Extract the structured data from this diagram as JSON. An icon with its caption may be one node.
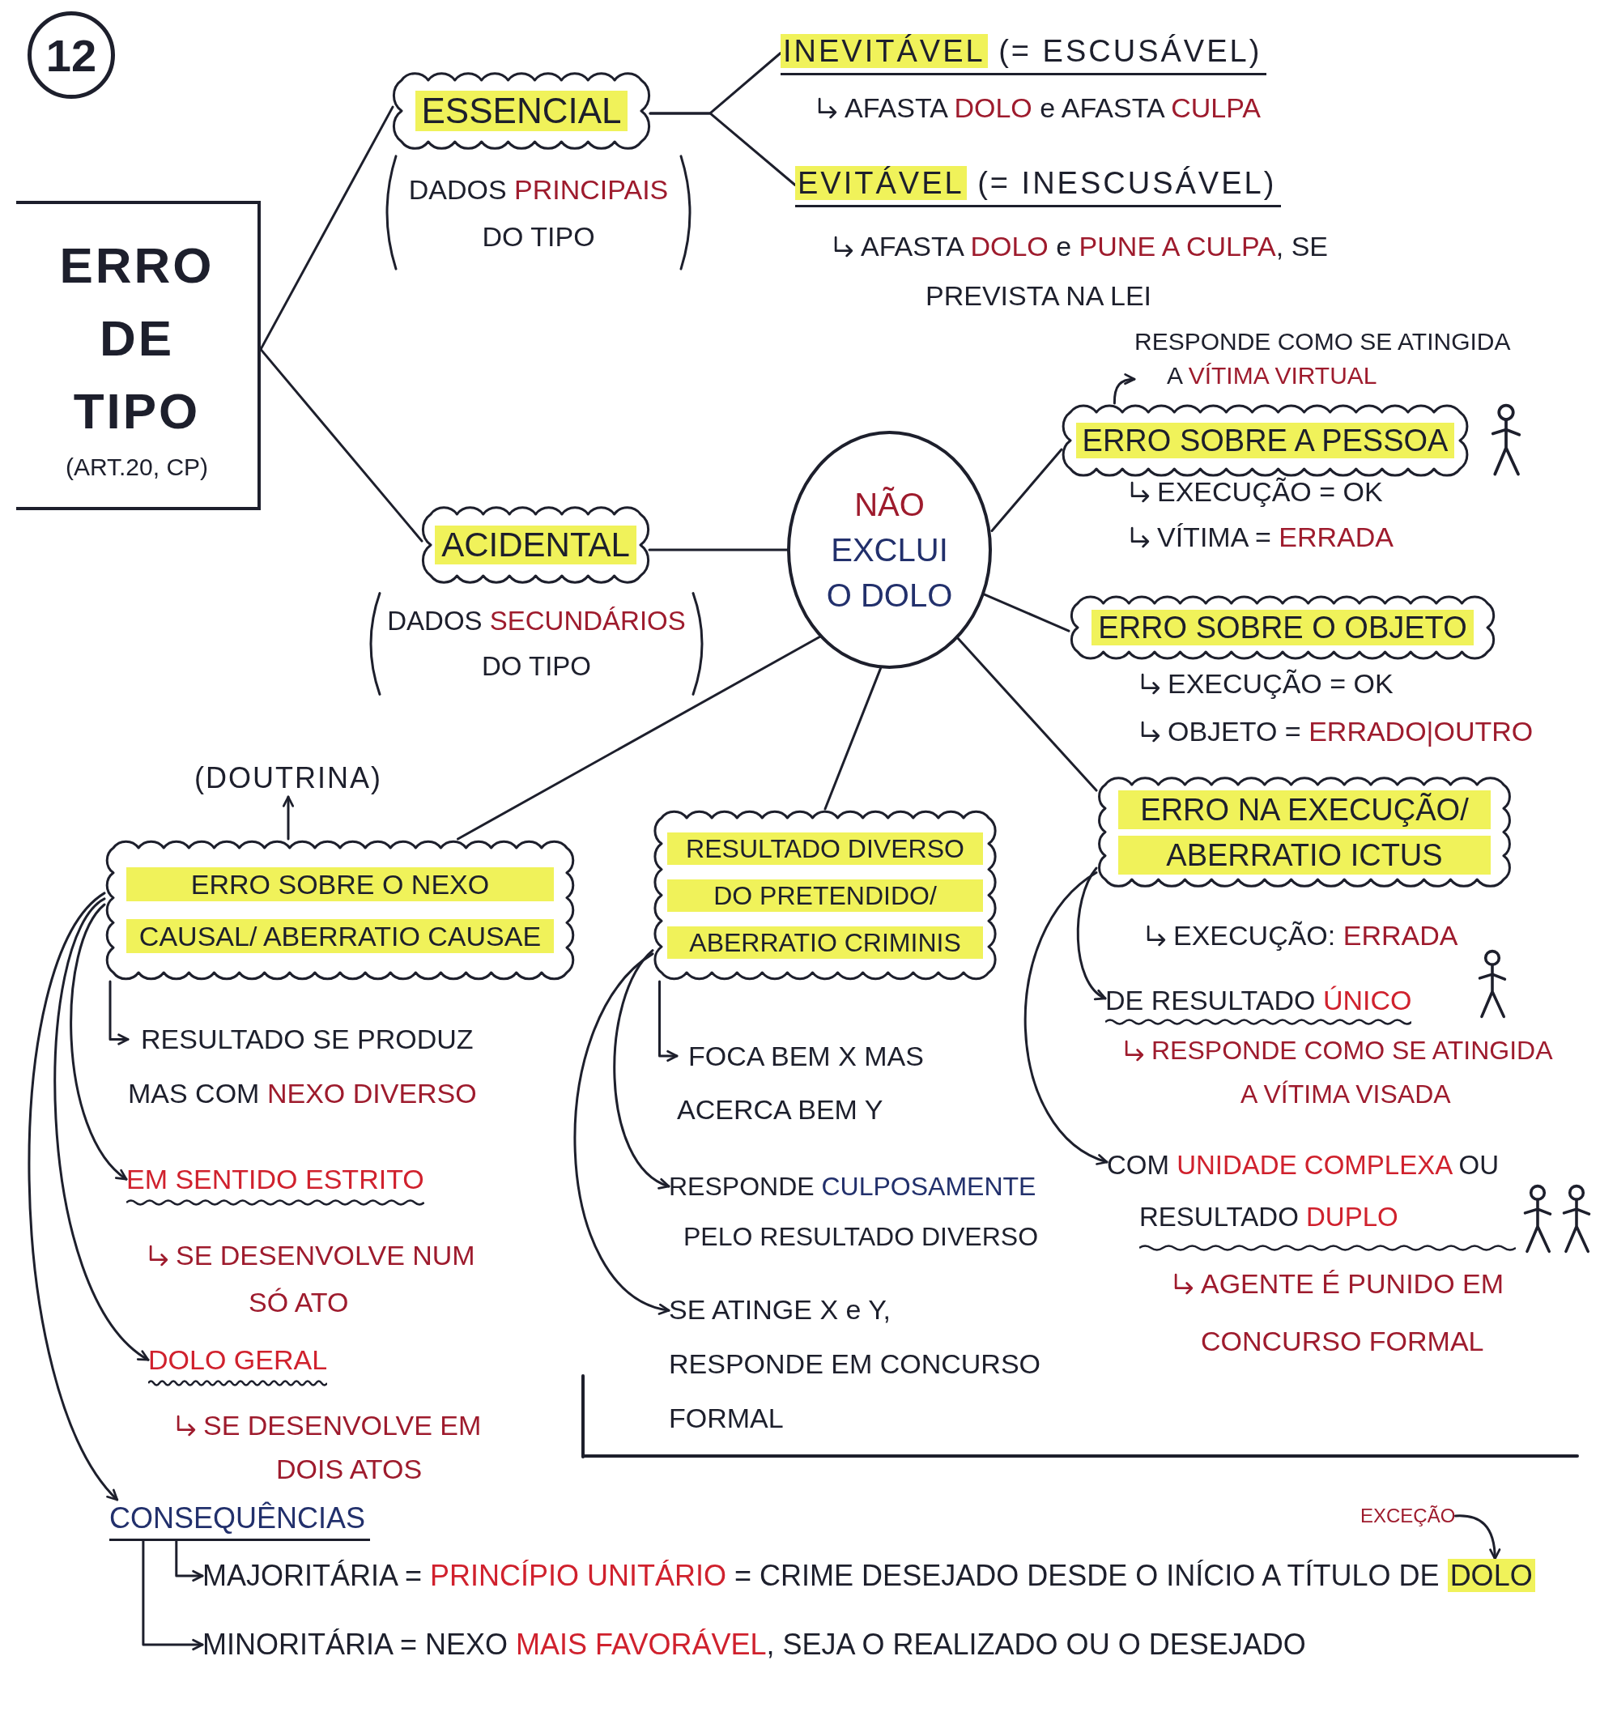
{
  "diagram": {
    "nodes": [
      {
        "text": [
          "12"
        ]
      },
      {
        "text": [
          "ERRO DE TIPO",
          "(ART.20, CP)"
        ]
      },
      {
        "text": [
          "ESSENCIAL"
        ],
        "beside": [
          "DADOS **PRINCIPAIS** DO TIPO"
        ]
      },
      {
        "text": [
          "*INEVITÁVEL* (= ESCUSÁVEL)"
        ],
        "beside": [
          "AFASTA **DOLO** e AFASTA **CULPA**"
        ]
      },
      {
        "text": [
          "*EVITÁVEL* (= INESCUSÁVEL)"
        ],
        "beside": [
          "AFASTA **DOLO** e **PUNE A CULPA**, SE PREVISTA NA LEI"
        ]
      },
      {
        "text": [
          "RESPONDE COMO SE ATINGIDA A **VÍTIMA VIRTUAL**"
        ]
      },
      {
        "text": [
          "ERRO SOBRE A PESSOA"
        ],
        "beside": [
          "EXECUÇÃO = OK",
          "VÍTIMA = **ERRADA**"
        ]
      },
      {
        "text": [
          "ACIDENTAL"
        ],
        "beside": [
          "DADOS **SECUNDÁRIOS** DO TIPO"
        ]
      },
      {
        "text": [
          "**NÃO** EXCLUI O DOLO"
        ]
      },
      {
        "text": [
          "ERRO SOBRE O OBJETO"
        ],
        "beside": [
          "EXECUÇÃO = OK",
          "OBJETO = **ERRADO|OUTRO**"
        ]
      },
      {
        "text": [
          "(DOUTRINA)"
        ]
      },
      {
        "text": [
          "ERRO SOBRE O NEXO CAUSAL/ ABERRATIO CAUSAE"
        ]
      },
      {
        "text": [
          "RESULTADO DIVERSO DO PRETENDIDO/ ABERRATIO CRIMINIS"
        ]
      },
      {
        "text": [
          "ERRO NA EXECUÇÃO/ ABERRATIO ICTUS"
        ],
        "beside": [
          "EXECUÇÃO: **ERRADA**"
        ]
      },
      {
        "text": [
          "RESULTADO SE PRODUZ MAS COM **NEXO DIVERSO**"
        ]
      },
      {
        "text": [
          "FOCA BEM X MAS ACERCA BEM Y"
        ]
      },
      {
        "text": [
          "DE RESULTADO **ÚNICO**"
        ],
        "beside": [
          "RESPONDE COMO SE ATINGIDA A VÍTIMA VISADA"
        ]
      },
      {
        "text": [
          "EM SENTIDO ESTRITO"
        ],
        "beside": [
          "SE DESENVOLVE NUM SÓ ATO"
        ]
      },
      {
        "text": [
          "RESPONDE *CULPOSAMENTE* PELO RESULTADO DIVERSO"
        ]
      },
      {
        "text": [
          "COM **UNIDADE COMPLEXA** OU RESULTADO **DUPLO**"
        ],
        "beside": [
          "AGENTE É PUNIDO EM CONCURSO FORMAL"
        ]
      },
      {
        "text": [
          "SE ATINGE X e Y, RESPONDE EM CONCURSO FORMAL"
        ]
      },
      {
        "text": [
          "DOLO GERAL"
        ],
        "beside": [
          "SE DESENVOLVE EM DOIS ATOS"
        ]
      },
      {
        "text": [
          "CONSEQUÊNCIAS"
        ]
      },
      {
        "text": [
          "EXCEÇÃO"
        ]
      },
      {
        "text": [
          "MAJORITÁRIA = **PRINCÍPIO UNITÁRIO** = CRIME DESEJADO DESDE O INÍCIO A TÍTULO DE *DOLO*"
        ]
      },
      {
        "text": [
          "MINORITÁRIA = NEXO **MAIS FAVORÁVEL**, SEJA O REALIZADO OU O DESEJADO"
        ]
      }
    ],
    "edges": [
      {
        "from": 1,
        "to": 2,
        "arrow": "none"
      },
      {
        "from": 1,
        "to": 7,
        "arrow": "none"
      },
      {
        "from": 2,
        "to": 3,
        "arrow": "none"
      },
      {
        "from": 2,
        "to": 4,
        "arrow": "none"
      },
      {
        "from": 7,
        "to": 8,
        "arrow": "none"
      },
      {
        "from": 8,
        "to": 6,
        "arrow": "none"
      },
      {
        "from": 6,
        "to": 5,
        "arrow": "to"
      },
      {
        "from": 8,
        "to": 9,
        "arrow": "none"
      },
      {
        "from": 8,
        "to": 13,
        "arrow": "none"
      },
      {
        "from": 13,
        "to": 16,
        "arrow": "to"
      },
      {
        "from": 13,
        "to": 19,
        "arrow": "to"
      },
      {
        "from": 8,
        "to": 12,
        "arrow": "none"
      },
      {
        "from": 12,
        "to": 15,
        "arrow": "to"
      },
      {
        "from": 12,
        "to": 18,
        "arrow": "to"
      },
      {
        "from": 12,
        "to": 20,
        "arrow": "to"
      },
      {
        "from": 8,
        "to": 11,
        "arrow": "none"
      },
      {
        "from": 11,
        "to": 10,
        "arrow": "to"
      },
      {
        "from": 11,
        "to": 14,
        "arrow": "to"
      },
      {
        "from": 11,
        "to": 17,
        "arrow": "to"
      },
      {
        "from": 11,
        "to": 21,
        "arrow": "to"
      },
      {
        "from": 11,
        "to": 22,
        "arrow": "to"
      },
      {
        "from": 22,
        "to": 24,
        "arrow": "to"
      },
      {
        "from": 22,
        "to": 25,
        "arrow": "to"
      },
      {
        "from": 23,
        "to": 24,
        "arrow": "to"
      }
    ]
  }
}
